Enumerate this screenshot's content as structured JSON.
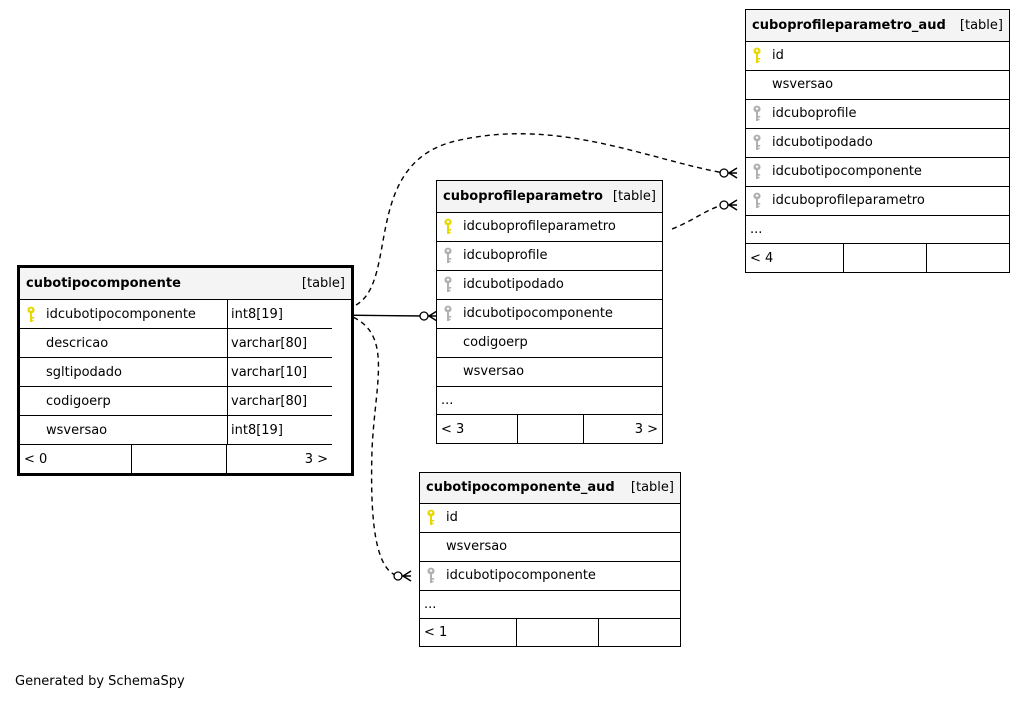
{
  "tables": {
    "cubotipocomponente": {
      "name": "cubotipocomponente",
      "kind": "[table]",
      "columns": [
        {
          "name": "idcubotipocomponente",
          "type": "int8[19]",
          "key": "pk"
        },
        {
          "name": "descricao",
          "type": "varchar[80]",
          "key": "none"
        },
        {
          "name": "sgltipodado",
          "type": "varchar[10]",
          "key": "none"
        },
        {
          "name": "codigoerp",
          "type": "varchar[80]",
          "key": "none"
        },
        {
          "name": "wsversao",
          "type": "int8[19]",
          "key": "none"
        }
      ],
      "footer": {
        "left": "< 0",
        "mid": "",
        "right": "3 >"
      }
    },
    "cuboprofileparametro": {
      "name": "cuboprofileparametro",
      "kind": "[table]",
      "columns": [
        {
          "name": "idcuboprofileparametro",
          "key": "pk"
        },
        {
          "name": "idcuboprofile",
          "key": "fk"
        },
        {
          "name": "idcubotipodado",
          "key": "fk"
        },
        {
          "name": "idcubotipocomponente",
          "key": "fk"
        },
        {
          "name": "codigoerp",
          "key": "none"
        },
        {
          "name": "wsversao",
          "key": "none"
        }
      ],
      "more": "...",
      "footer": {
        "left": "< 3",
        "mid": "",
        "right": "3 >"
      }
    },
    "cuboprofileparametro_aud": {
      "name": "cuboprofileparametro_aud",
      "kind": "[table]",
      "columns": [
        {
          "name": "id",
          "key": "pk"
        },
        {
          "name": "wsversao",
          "key": "none"
        },
        {
          "name": "idcuboprofile",
          "key": "fk"
        },
        {
          "name": "idcubotipodado",
          "key": "fk"
        },
        {
          "name": "idcubotipocomponente",
          "key": "fk"
        },
        {
          "name": "idcuboprofileparametro",
          "key": "fk"
        }
      ],
      "more": "...",
      "footer": {
        "left": "< 4",
        "mid": "",
        "right": ""
      }
    },
    "cubotipocomponente_aud": {
      "name": "cubotipocomponente_aud",
      "kind": "[table]",
      "columns": [
        {
          "name": "id",
          "key": "pk"
        },
        {
          "name": "wsversao",
          "key": "none"
        },
        {
          "name": "idcubotipocomponente",
          "key": "fk"
        }
      ],
      "more": "...",
      "footer": {
        "left": "< 1",
        "mid": "",
        "right": ""
      }
    }
  },
  "relationships": [
    {
      "from": "cubotipocomponente.idcubotipocomponente",
      "to": "cuboprofileparametro.idcubotipocomponente",
      "style": "solid"
    },
    {
      "from": "cubotipocomponente.idcubotipocomponente",
      "to": "cuboprofileparametro_aud.idcubotipocomponente",
      "style": "dashed"
    },
    {
      "from": "cubotipocomponente.idcubotipocomponente",
      "to": "cubotipocomponente_aud.idcubotipocomponente",
      "style": "dashed"
    },
    {
      "from": "cuboprofileparametro.idcuboprofileparametro",
      "to": "cuboprofileparametro_aud.idcuboprofileparametro",
      "style": "dashed"
    }
  ],
  "colors": {
    "pk_key": "#e8d800",
    "fk_key": "#b0b0b0",
    "header_bg": "#f4f4f4"
  },
  "icons": {
    "pk": "key-icon",
    "fk": "foreign-key-icon"
  },
  "generated_by": "Generated by SchemaSpy"
}
